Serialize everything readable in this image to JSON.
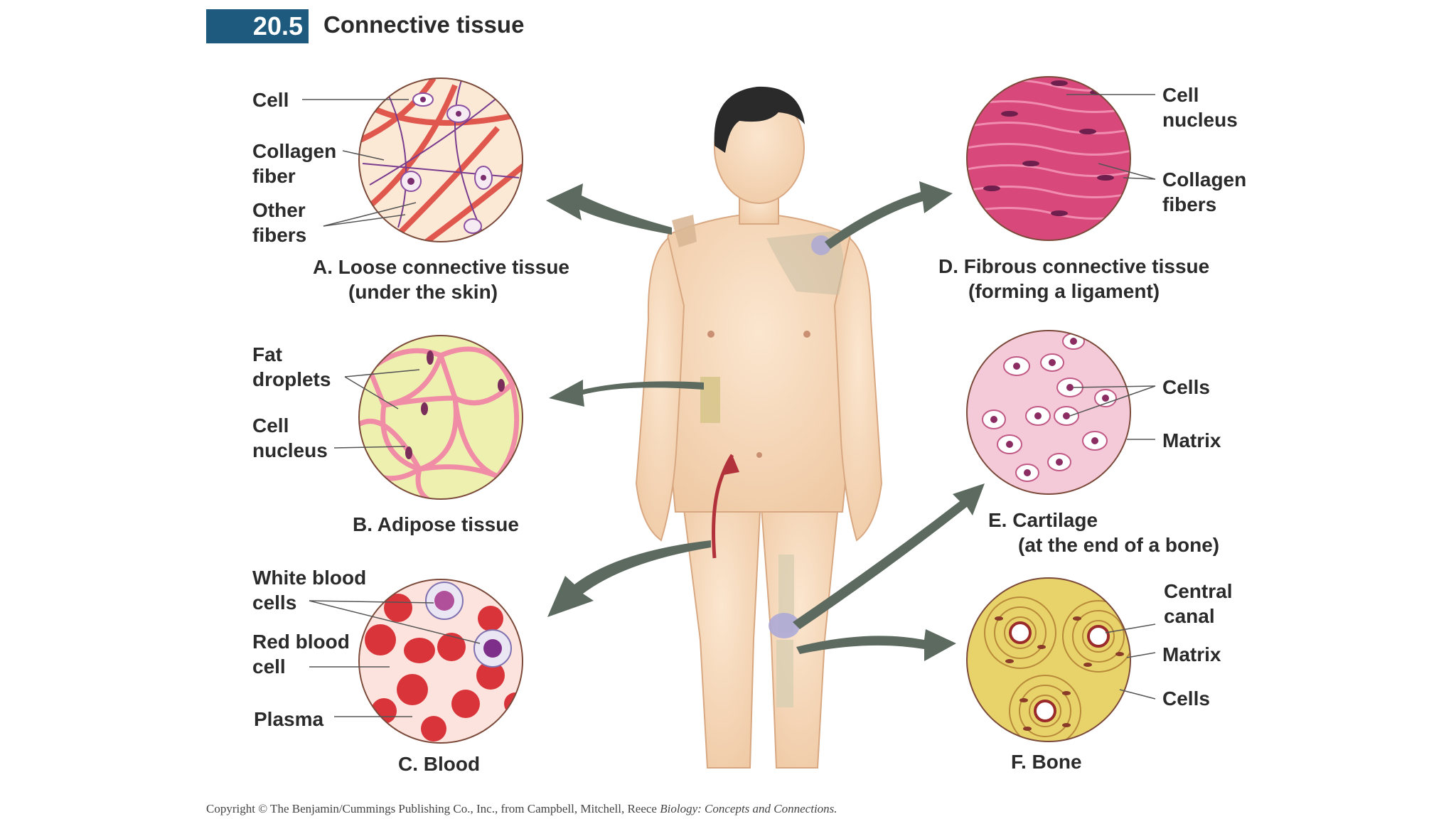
{
  "header": {
    "number": "20.5",
    "title": "Connective tissue"
  },
  "panels": {
    "loose": {
      "caption_line1": "A.  Loose connective tissue",
      "caption_line2": "(under the skin)",
      "labels": {
        "cell": "Cell",
        "collagen_1": "Collagen",
        "collagen_2": "fiber",
        "other_1": "Other",
        "other_2": "fibers"
      }
    },
    "adipose": {
      "caption": "B. Adipose tissue",
      "labels": {
        "fat_1": "Fat",
        "fat_2": "droplets",
        "nucleus_1": "Cell",
        "nucleus_2": "nucleus"
      }
    },
    "blood": {
      "caption": "C. Blood",
      "labels": {
        "wbc_1": "White blood",
        "wbc_2": "cells",
        "rbc_1": "Red blood",
        "rbc_2": "cell",
        "plasma": "Plasma"
      }
    },
    "fibrous": {
      "caption_line1": "D. Fibrous connective tissue",
      "caption_line2": "(forming a ligament)",
      "labels": {
        "nucleus_1": "Cell",
        "nucleus_2": "nucleus",
        "collagen_1": "Collagen",
        "collagen_2": "fibers"
      }
    },
    "cartilage": {
      "caption_line1": "E. Cartilage",
      "caption_line2": "(at the end of a bone)",
      "labels": {
        "cells": "Cells",
        "matrix": "Matrix"
      }
    },
    "bone": {
      "caption": "F. Bone",
      "labels": {
        "canal_1": "Central",
        "canal_2": "canal",
        "matrix": "Matrix",
        "cells": "Cells"
      }
    }
  },
  "copyright": {
    "text": "Copyright © The Benjamin/Cummings Publishing Co., Inc., from Campbell, Mitchell, Reece",
    "book": "Biology: Concepts and Connections."
  },
  "colors": {
    "header_badge": "#1d5a7e",
    "arrow": "#5d6a5f",
    "skin": "#f6d7b8",
    "collagen": "#d94a4a",
    "adipose_fill": "#eef0b0",
    "blood_cell": "#d8343a",
    "fibrous": "#d9487a",
    "bone_fill": "#e8d26a"
  }
}
